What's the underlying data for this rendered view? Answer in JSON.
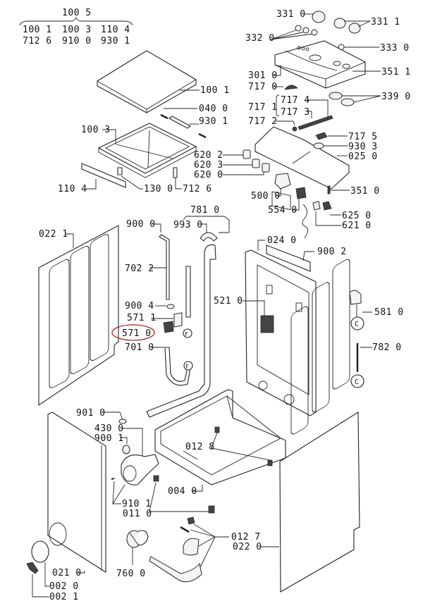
{
  "diagram": {
    "title": "Washing machine exploded parts diagram",
    "kit": {
      "header": "100 5",
      "items": [
        "100 1",
        "100 3",
        "110 4",
        "712 6",
        "910 0",
        "930 1"
      ]
    },
    "highlighted_part": "571 0",
    "highlight_color": "#b02020",
    "labels": {
      "p1001": "100 1",
      "p0400": "040 0",
      "p9301": "930 1",
      "p1003": "100 3",
      "p6202": "620 2",
      "p6203": "620 3",
      "p6200": "620 0",
      "p1104": "110 4",
      "p1300": "130 0",
      "p7126": "712 6",
      "p3310": "331 0",
      "p3311": "331 1",
      "p3320": "332 0",
      "p3330": "333 0",
      "p3010": "301 0",
      "p3511": "351 1",
      "p7170": "717 0",
      "p3390": "339 0",
      "p7171": "717 1",
      "p7174": "717 4",
      "p7173": "717 3",
      "p7172": "717 2",
      "p7175": "717 5",
      "p9303": "930 3",
      "p0250": "025 0",
      "p5000": "500 0",
      "p3510": "351 0",
      "p5540": "554 0",
      "p6250": "625 0",
      "p6210": "621 0",
      "p7810": "781 0",
      "p0221": "022 1",
      "p9000": "900 0",
      "p9930": "993 0",
      "p7022": "702 2",
      "p9004": "900 4",
      "p5711": "571 1",
      "p5710": "571 0",
      "p7010": "701 0",
      "p0240": "024 0",
      "p9002": "900 2",
      "p5210": "521 0",
      "p5810": "581 0",
      "p7820": "782 0",
      "p9010": "901 0",
      "p4300": "430 0",
      "p9001": "900 1",
      "p0128": "012 8",
      "p0040": "004 0",
      "p9101": "910 1",
      "p0110": "011 0",
      "p0127": "012 7",
      "p0220": "022 0",
      "p0210": "021 0",
      "p7600": "760 0",
      "p0020": "002 0",
      "p0021": "002 1"
    },
    "connectors": {
      "f": "F",
      "c": "C"
    }
  }
}
